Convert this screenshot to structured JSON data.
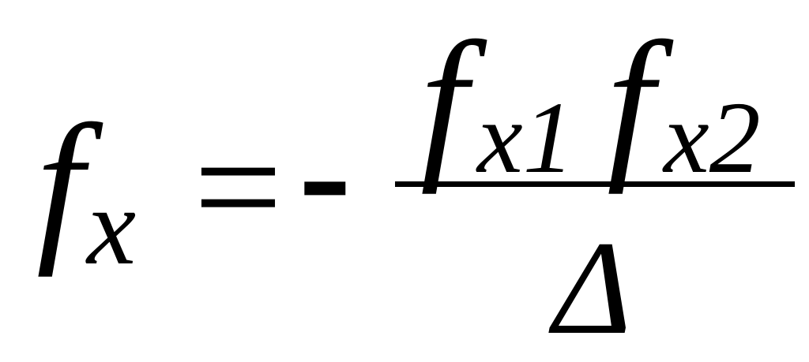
{
  "formula": {
    "lhs": {
      "symbol": "f",
      "subscript": "x"
    },
    "equals": "=",
    "sign": "-",
    "numerator": {
      "term1": {
        "symbol": "f",
        "subscript": "x1"
      },
      "term2": {
        "symbol": "f",
        "subscript": "x2"
      }
    },
    "denominator": "Δ"
  }
}
